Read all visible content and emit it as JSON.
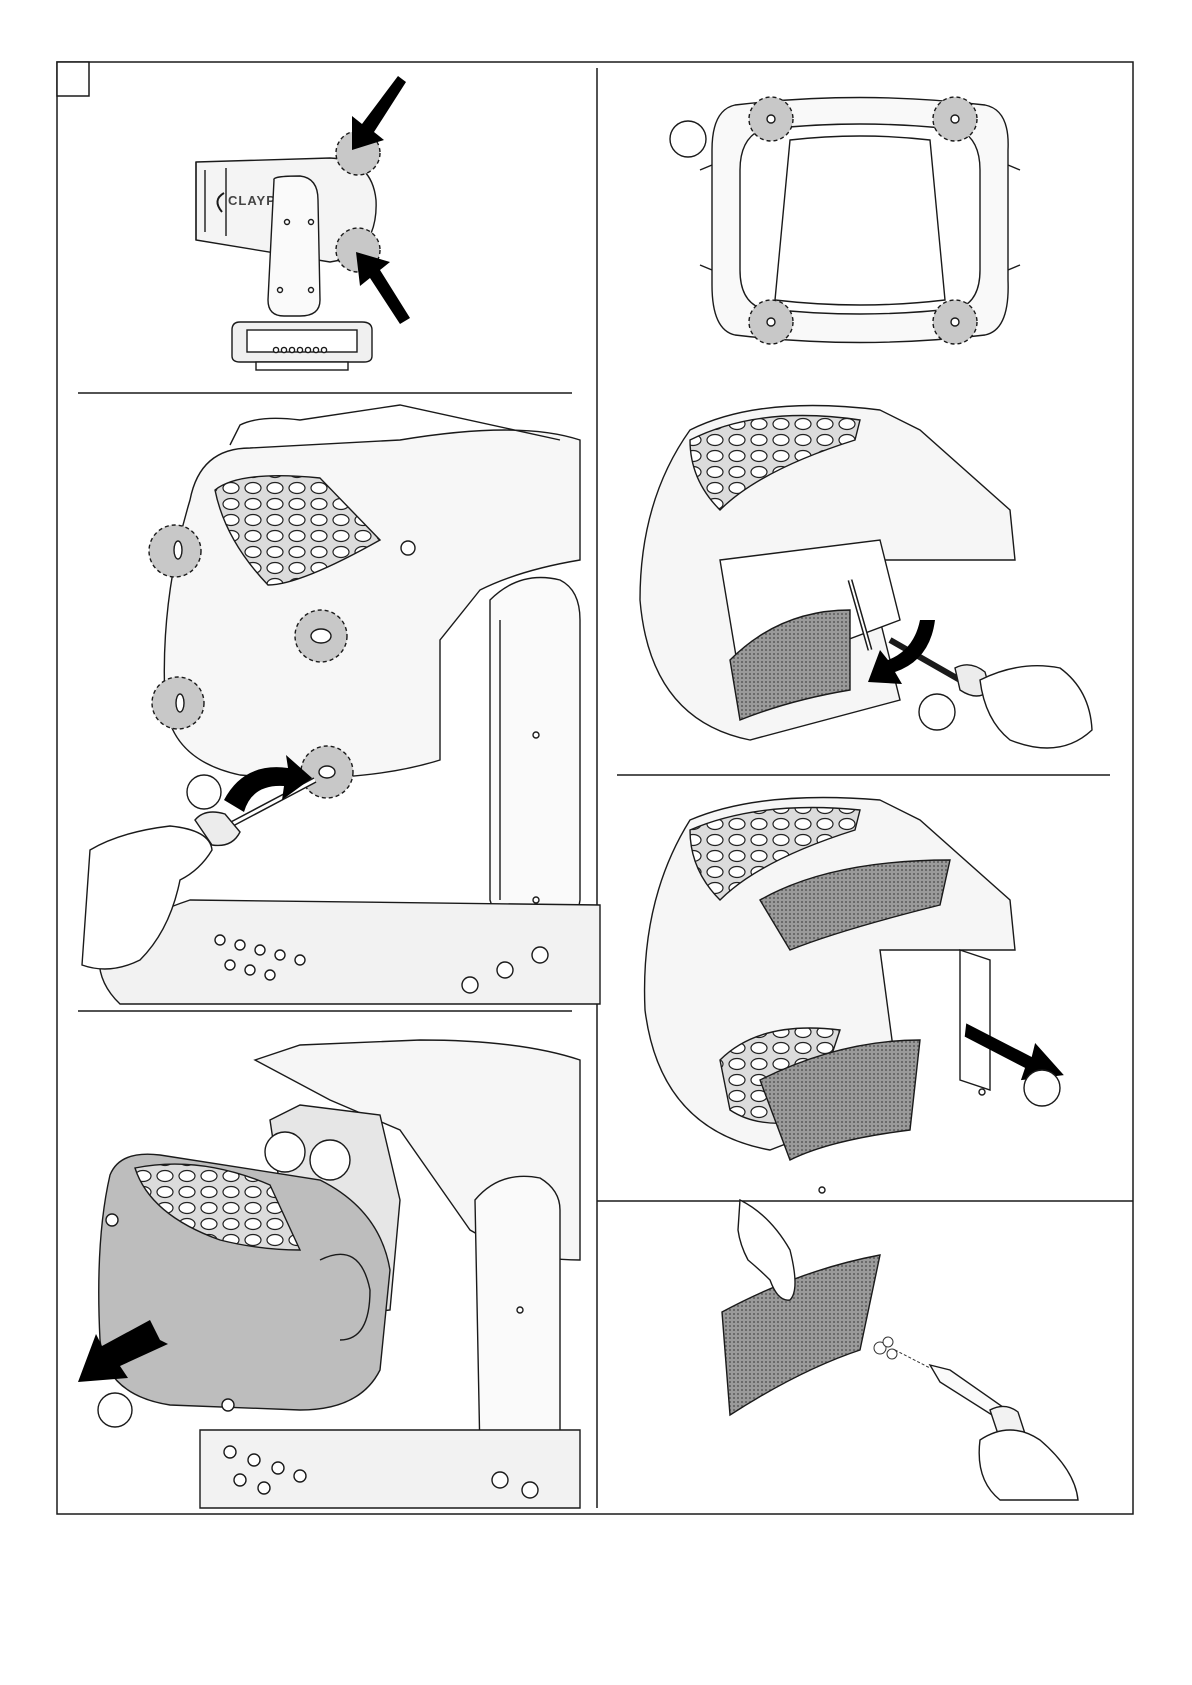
{
  "figure": {
    "page_corner_tab_label": "",
    "brand_logo_text": "CLAYPAKY",
    "step_markers": [
      {
        "id": "step-a",
        "label": ""
      },
      {
        "id": "step-b",
        "label": ""
      },
      {
        "id": "step-c",
        "label": ""
      },
      {
        "id": "step-d",
        "label": ""
      },
      {
        "id": "step-e",
        "label": ""
      }
    ]
  },
  "colors": {
    "line": "#1a1a1a",
    "highlight_fill": "#c8c8c8",
    "mesh_fill": "#8a8a8a",
    "arrow_fill": "#000000",
    "paper": "#ffffff"
  }
}
